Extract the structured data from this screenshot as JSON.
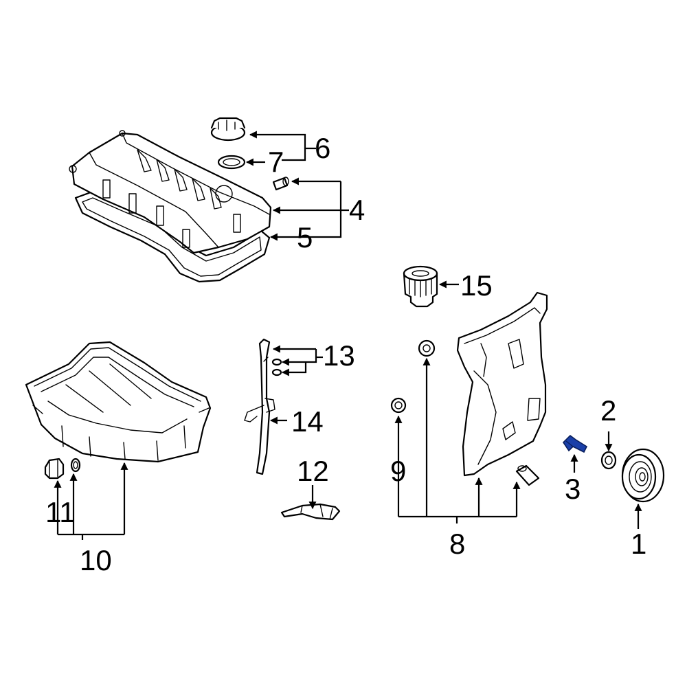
{
  "diagram": {
    "highlight_color": "#1a3fa8",
    "callouts": {
      "n1": "1",
      "n2": "2",
      "n3": "3",
      "n4": "4",
      "n5": "5",
      "n6": "6",
      "n7": "7",
      "n8": "8",
      "n9": "9",
      "n10": "10",
      "n11": "11",
      "n12": "12",
      "n13": "13",
      "n14": "14",
      "n15": "15"
    }
  }
}
